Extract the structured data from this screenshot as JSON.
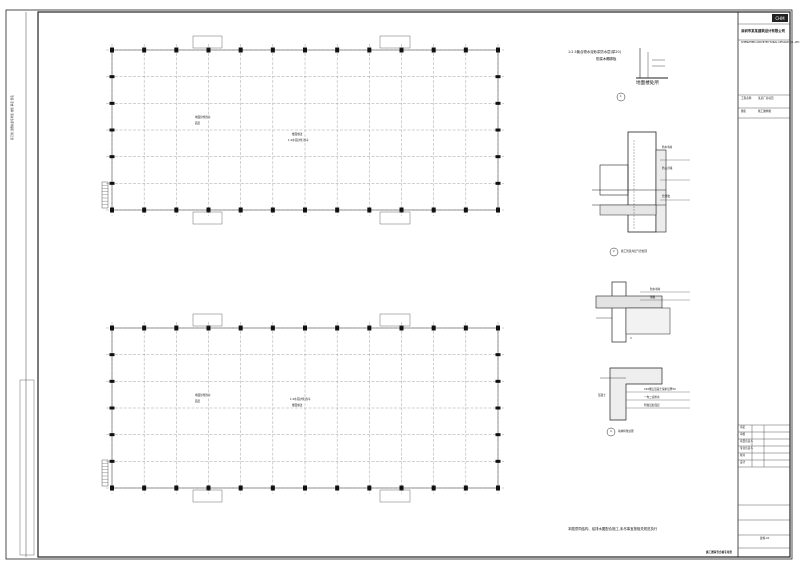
{
  "company": {
    "name": "深圳市某某建筑设计有限公司",
    "name_en": "SHENZHEN ARCHITECTURAL DESIGN CO.,LTD",
    "logo_text": "CHM"
  },
  "plans": {
    "upper": {
      "label_a": "地面砂浆找平",
      "label_b": "面层",
      "label_c": "楼面做法",
      "label_d": "1:2水泥砂浆 找平"
    },
    "lower": {
      "label_a": "地面砂浆找平",
      "label_b": "面层",
      "label_c": "1:2水泥砂浆 找平",
      "label_d": "楼面做法"
    }
  },
  "details": {
    "d1": {
      "note1": "1:2.5聚合物水泥砂浆防水层(厚20)",
      "note2": "防腐木踢脚板",
      "caption": "地面楼处所",
      "index": "1"
    },
    "d2": {
      "caption": "施工管道井层气密处理",
      "index": "2",
      "tag1": "防水卷材",
      "tag2": "防火封堵",
      "tag3": "密封胶"
    },
    "d3": {
      "index": "3",
      "tag1": "防水卷材",
      "tag2": "钢板"
    },
    "d4": {
      "caption": "墙体转角处理",
      "index": "4",
      "line1": "C20细石混凝土保护层厚50",
      "line2": "一布二涂防水",
      "line3": "附加层加强层",
      "tag": "混凝土"
    }
  },
  "notes": {
    "bottom": "本图须同结构、给排水图配合施工,未尽事宜按相关规范执行"
  },
  "title_block": {
    "project_label": "工程名称",
    "project_value": "某某厂房项目",
    "drawing_label": "图名",
    "drawing_value": "施工图样图",
    "rows": [
      {
        "k": "审定",
        "v": ""
      },
      {
        "k": "审核",
        "v": ""
      },
      {
        "k": "项目负责人",
        "v": ""
      },
      {
        "k": "专业负责人",
        "v": ""
      },
      {
        "k": "校对",
        "v": ""
      },
      {
        "k": "设计",
        "v": ""
      }
    ],
    "sheet_no": "建施-01",
    "bottom_caption": "施工图审查合格专用章"
  },
  "margin_text": "装订线 注册执业专用章 校核 审定 签名"
}
